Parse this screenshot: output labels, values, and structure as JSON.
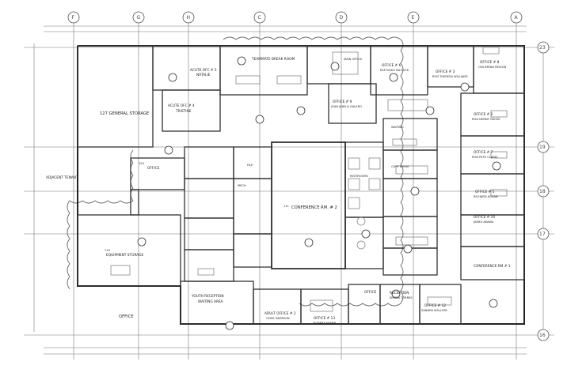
{
  "grid": {
    "top": [
      "F",
      "G",
      "H",
      "C",
      "D",
      "E",
      "A"
    ],
    "right": [
      "23",
      "19",
      "18",
      "17",
      "16"
    ]
  },
  "rooms": {
    "general_storage": "127 GENERAL STORAGE",
    "acute_office_4": "ACUTE OFC # 4",
    "acute_office_4_name": "TRISTINE",
    "acute_office_5": "ACUTE OFC # 5",
    "acute_office_5_name": "NATALIE",
    "teammate_break": "TEAMMATE BREAK ROOM",
    "office_left": "OFFICE",
    "office_left_id": "120",
    "equipment_storage": "EQUIPMENT STORAGE",
    "equipment_storage_id": "119",
    "conference_2": "CONFERENCE RM. # 2",
    "conference_2_id": "111",
    "conference_1": "CONFERENCE RM # 1",
    "office_1": "OFFICE # 1",
    "office_1_name": "RICHARD AGUAN",
    "office_3": "OFFICE # 3",
    "office_3_name": "ROD THERESA WILLIAMS",
    "office_6": "OFFICE # 6",
    "office_6_name": "EXP NOAH FALCOCK",
    "office_8": "OFFICE # 8",
    "office_8_name": "OFA BRYAN PAYSON",
    "office_2": "OFFICE # 2",
    "office_2_name": "ROD DENNY GROSE",
    "office_7": "OFFICE # 7",
    "office_7_name": "ROD PETE CLAREL",
    "office_9": "OFFICE # 9",
    "office_9_name": "JOAN JAHN & GALERO",
    "office_10": "OFFICE # 10",
    "office_10_name": "JAMES AKAWA",
    "youth_reception": "YOUTH RECEPTION",
    "youth_reception_sub": "WAITING AREA",
    "reception": "RECEPTION",
    "reception_sub": "SIERRA TORRES",
    "office_13": "OFFICE # 13",
    "office_13_name": "ROBERT KNABB",
    "office_12": "OFFICE # 12",
    "office_12_name": "SANDRA MALLORY",
    "adult_office": "ADULT OFFICE # 2",
    "adult_office_name": "OHGE SAMPSON",
    "office_fl": "OFFICE",
    "adjacent_tenant": "ADJACENT TENANT",
    "office_bottom": "OFFICE",
    "break_room": "MAIN OFFICE",
    "waiting": "WAITING",
    "copy_room": "COPY ROOM",
    "restrooms": "RESTROOMS",
    "mech": "MECH",
    "file": "FILE"
  },
  "colors": {
    "line": "#333333",
    "light_line": "#888888",
    "paper": "#ffffff"
  }
}
